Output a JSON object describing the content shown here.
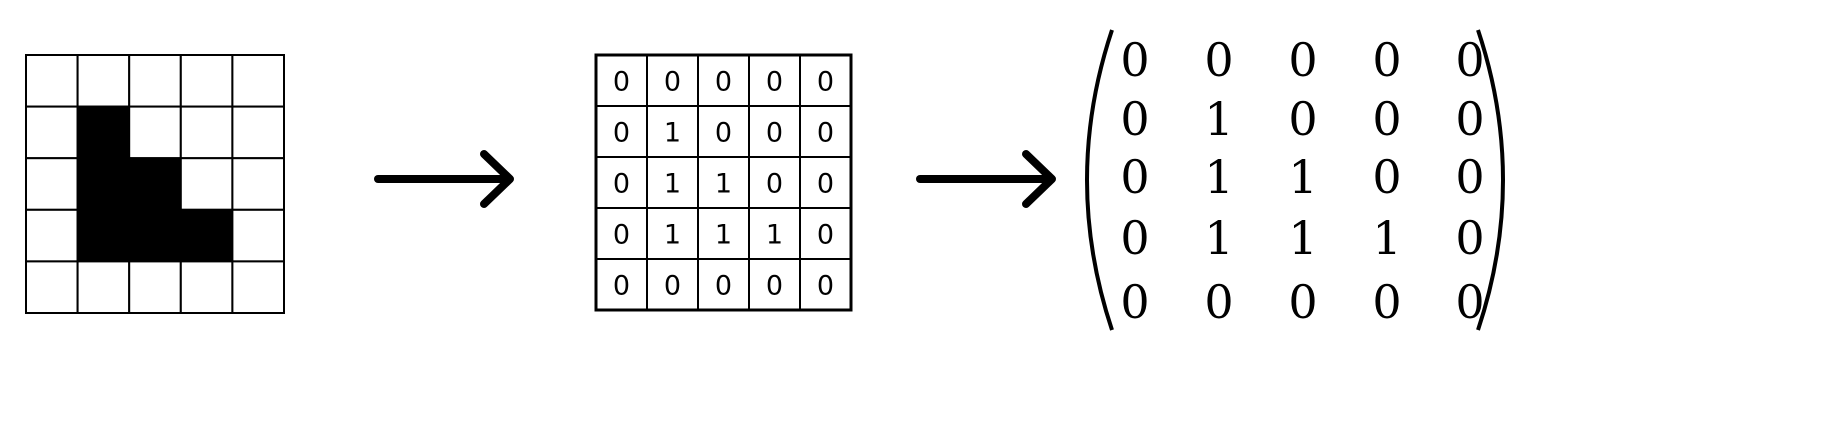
{
  "pixel_grid": {
    "rows": [
      [
        0,
        0,
        0,
        0,
        0
      ],
      [
        0,
        1,
        0,
        0,
        0
      ],
      [
        0,
        1,
        1,
        0,
        0
      ],
      [
        0,
        1,
        1,
        1,
        0
      ],
      [
        0,
        0,
        0,
        0,
        0
      ]
    ],
    "fill_color": "#000000",
    "empty_color": "#ffffff"
  },
  "number_grid": {
    "rows": [
      [
        "0",
        "0",
        "0",
        "0",
        "0"
      ],
      [
        "0",
        "1",
        "0",
        "0",
        "0"
      ],
      [
        "0",
        "1",
        "1",
        "0",
        "0"
      ],
      [
        "0",
        "1",
        "1",
        "1",
        "0"
      ],
      [
        "0",
        "0",
        "0",
        "0",
        "0"
      ]
    ]
  },
  "matrix": {
    "rows": [
      [
        "0",
        "0",
        "0",
        "0",
        "0"
      ],
      [
        "0",
        "1",
        "0",
        "0",
        "0"
      ],
      [
        "0",
        "1",
        "1",
        "0",
        "0"
      ],
      [
        "0",
        "1",
        "1",
        "1",
        "0"
      ],
      [
        "0",
        "0",
        "0",
        "0",
        "0"
      ]
    ]
  },
  "arrows": [
    "right-arrow-icon",
    "right-arrow-icon"
  ]
}
